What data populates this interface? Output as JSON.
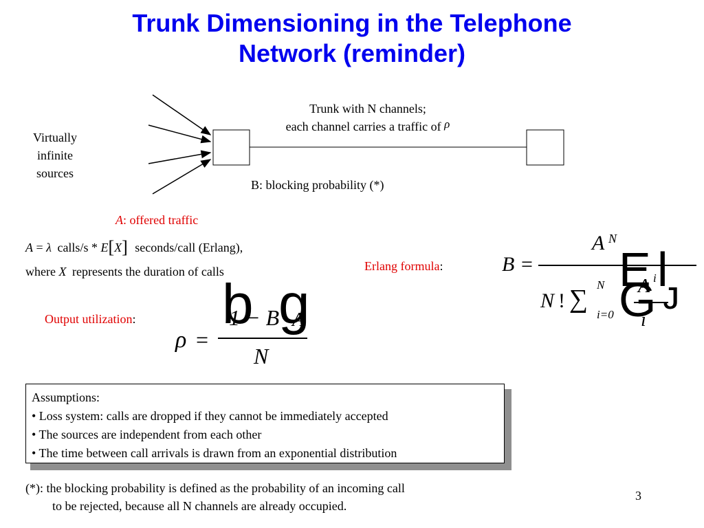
{
  "title": {
    "line1": "Trunk Dimensioning in the Telephone",
    "line2": "Network (reminder)"
  },
  "diagram": {
    "sources_label": [
      "Virtually",
      "infinite",
      "sources"
    ],
    "trunk_label_line1": "Trunk with N channels;",
    "trunk_label_line2": "each channel carries a traffic of",
    "rho_symbol": "ρ",
    "blocking_label": "B: blocking probability (*)"
  },
  "offered": {
    "heading_symbol": "A",
    "heading_text": ": offered traffic",
    "formula_a": "A",
    "formula_eq": "=",
    "formula_lambda": "λ",
    "formula_calls": "calls/s *",
    "formula_e": "E",
    "formula_x": "X",
    "formula_tail": "seconds/call  (Erlang),",
    "where_prefix": "where",
    "where_x": "X",
    "where_suffix": "represents the duration of calls"
  },
  "output": {
    "label": "Output utilization",
    "colon": ":",
    "rho": "ρ",
    "eq": "=",
    "numerator": "1 − B",
    "denominator": "N",
    "overlay_b": "b",
    "overlay_g": "g",
    "overlay_a": "A"
  },
  "erlang": {
    "label": "Erlang formula",
    "colon": ":",
    "b": "B",
    "eq": "=",
    "numerator_base": "A",
    "numerator_exp": "N",
    "denom_n": "N",
    "denom_fact": "!",
    "sigma": "∑",
    "sigma_top": "N",
    "sigma_bottom": "i=0",
    "term_base": "A",
    "term_exp": "i",
    "term_den": "i",
    "overlay_e": "E",
    "overlay_l": "l",
    "overlay_g": "G",
    "overlay_u": "ᴊ"
  },
  "assumptions": {
    "heading": "Assumptions:",
    "items": [
      "• Loss system: calls are dropped if they cannot be immediately accepted",
      "• The sources are independent from each other",
      "• The time between call arrivals is drawn from an exponential distribution"
    ]
  },
  "footnote": {
    "line1": "(*): the blocking probability is defined as the probability of an incoming call",
    "line2": "to be rejected, because all N channels are already occupied."
  },
  "page_number": "3",
  "colors": {
    "title": "#0000ee",
    "accent_red": "#e00000",
    "text": "#000000"
  }
}
